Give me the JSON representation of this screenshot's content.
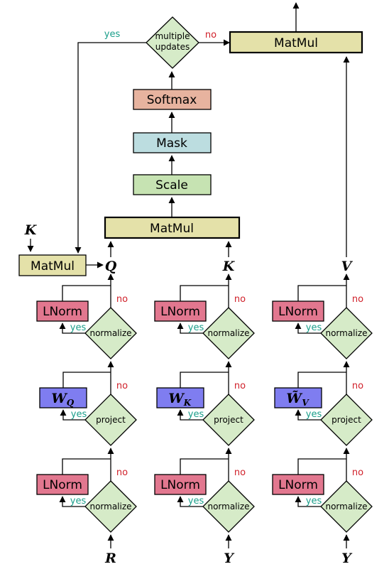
{
  "colors": {
    "matmul": "#e4e1a9",
    "softmax": "#e7b39f",
    "mask": "#bcdde0",
    "scale": "#c6e3b2",
    "lnorm": "#e2778f",
    "weight": "#7f7df0",
    "decision": "#d6ebc8",
    "yes": "#1a9e8a",
    "no": "#d0202a"
  },
  "top": {
    "multiple_updates_line1": "multiple",
    "multiple_updates_line2": "updates",
    "yes": "yes",
    "no": "no",
    "matmul_top": "MatMul",
    "softmax": "Softmax",
    "mask": "Mask",
    "scale": "Scale",
    "matmul_mid": "MatMul",
    "k_input": "K",
    "matmul_left": "MatMul"
  },
  "columns": [
    {
      "output": "Q",
      "input": "R",
      "normalize_top": "normalize",
      "lnorm_top": "LNorm",
      "project": "project",
      "weight": "W",
      "weight_sub": "Q",
      "normalize_bottom": "normalize",
      "lnorm_bottom": "LNorm",
      "yes": "yes",
      "no": "no"
    },
    {
      "output": "K",
      "input": "Y",
      "normalize_top": "normalize",
      "lnorm_top": "LNorm",
      "project": "project",
      "weight": "W",
      "weight_sub": "K",
      "normalize_bottom": "normalize",
      "lnorm_bottom": "LNorm",
      "yes": "yes",
      "no": "no"
    },
    {
      "output": "V",
      "input": "Y",
      "normalize_top": "normalize",
      "lnorm_top": "LNorm",
      "project": "project",
      "weight": "W̃",
      "weight_sub": "V",
      "normalize_bottom": "normalize",
      "lnorm_bottom": "LNorm",
      "yes": "yes",
      "no": "no"
    }
  ]
}
